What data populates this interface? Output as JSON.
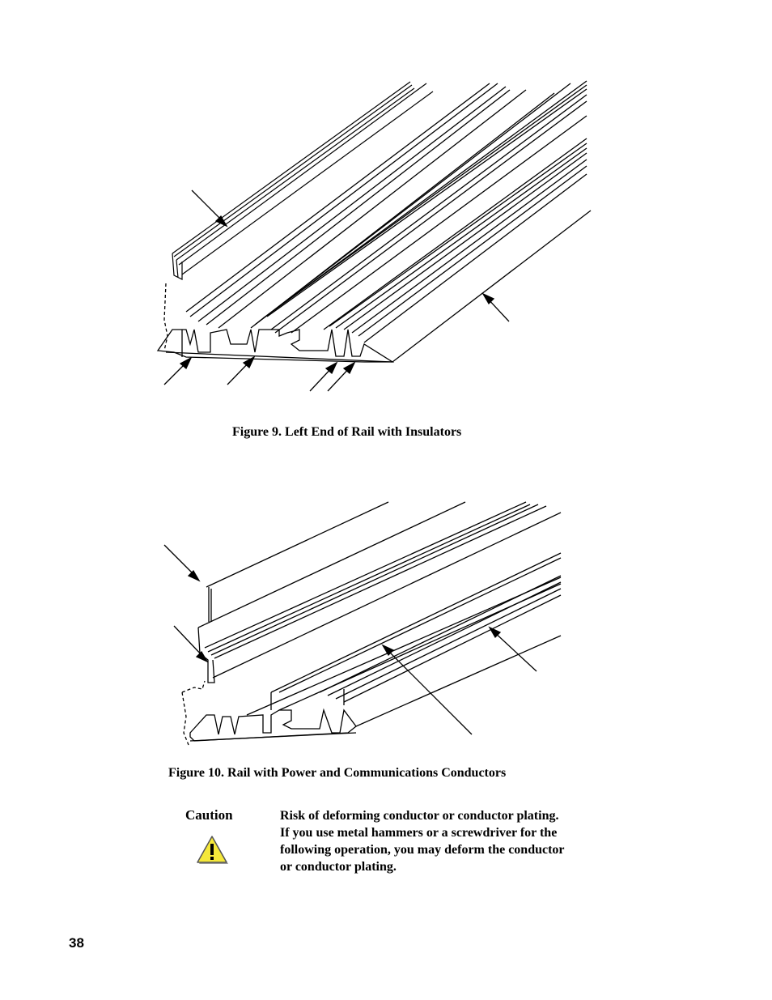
{
  "figure9": {
    "caption": "Figure 9. Left End of Rail with Insulators",
    "line_color": "#000000"
  },
  "figure10": {
    "caption": "Figure 10. Rail with Power and Communications Conductors",
    "line_color": "#000000"
  },
  "caution": {
    "label": "Caution",
    "icon": "warning-triangle-icon",
    "icon_color": "#f5e83a",
    "lines": [
      "Risk of deforming conductor or conductor plating.",
      "If you use metal hammers or a screwdriver for the",
      "following operation, you may deform the conductor",
      "or conductor plating."
    ]
  },
  "page_number": "38"
}
